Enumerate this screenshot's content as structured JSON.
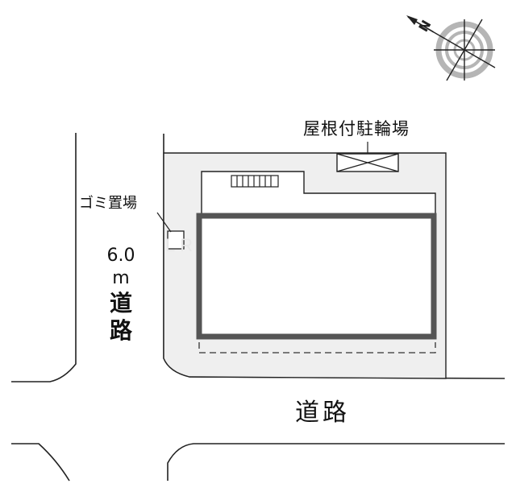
{
  "labels": {
    "roofed_bicycle_parking": "屋根付駐輪場",
    "garbage_area": "ゴミ置場",
    "road_bottom": "道路",
    "road_left_width": "6.0",
    "road_left_unit": "m",
    "road_left_word_1": "道",
    "road_left_word_2": "路"
  },
  "compass": {
    "label": "N"
  },
  "colors": {
    "site_fill": "#efefef",
    "building_outline": "#555555",
    "line": "#222222",
    "compass_gray": "#b5b5b5"
  }
}
